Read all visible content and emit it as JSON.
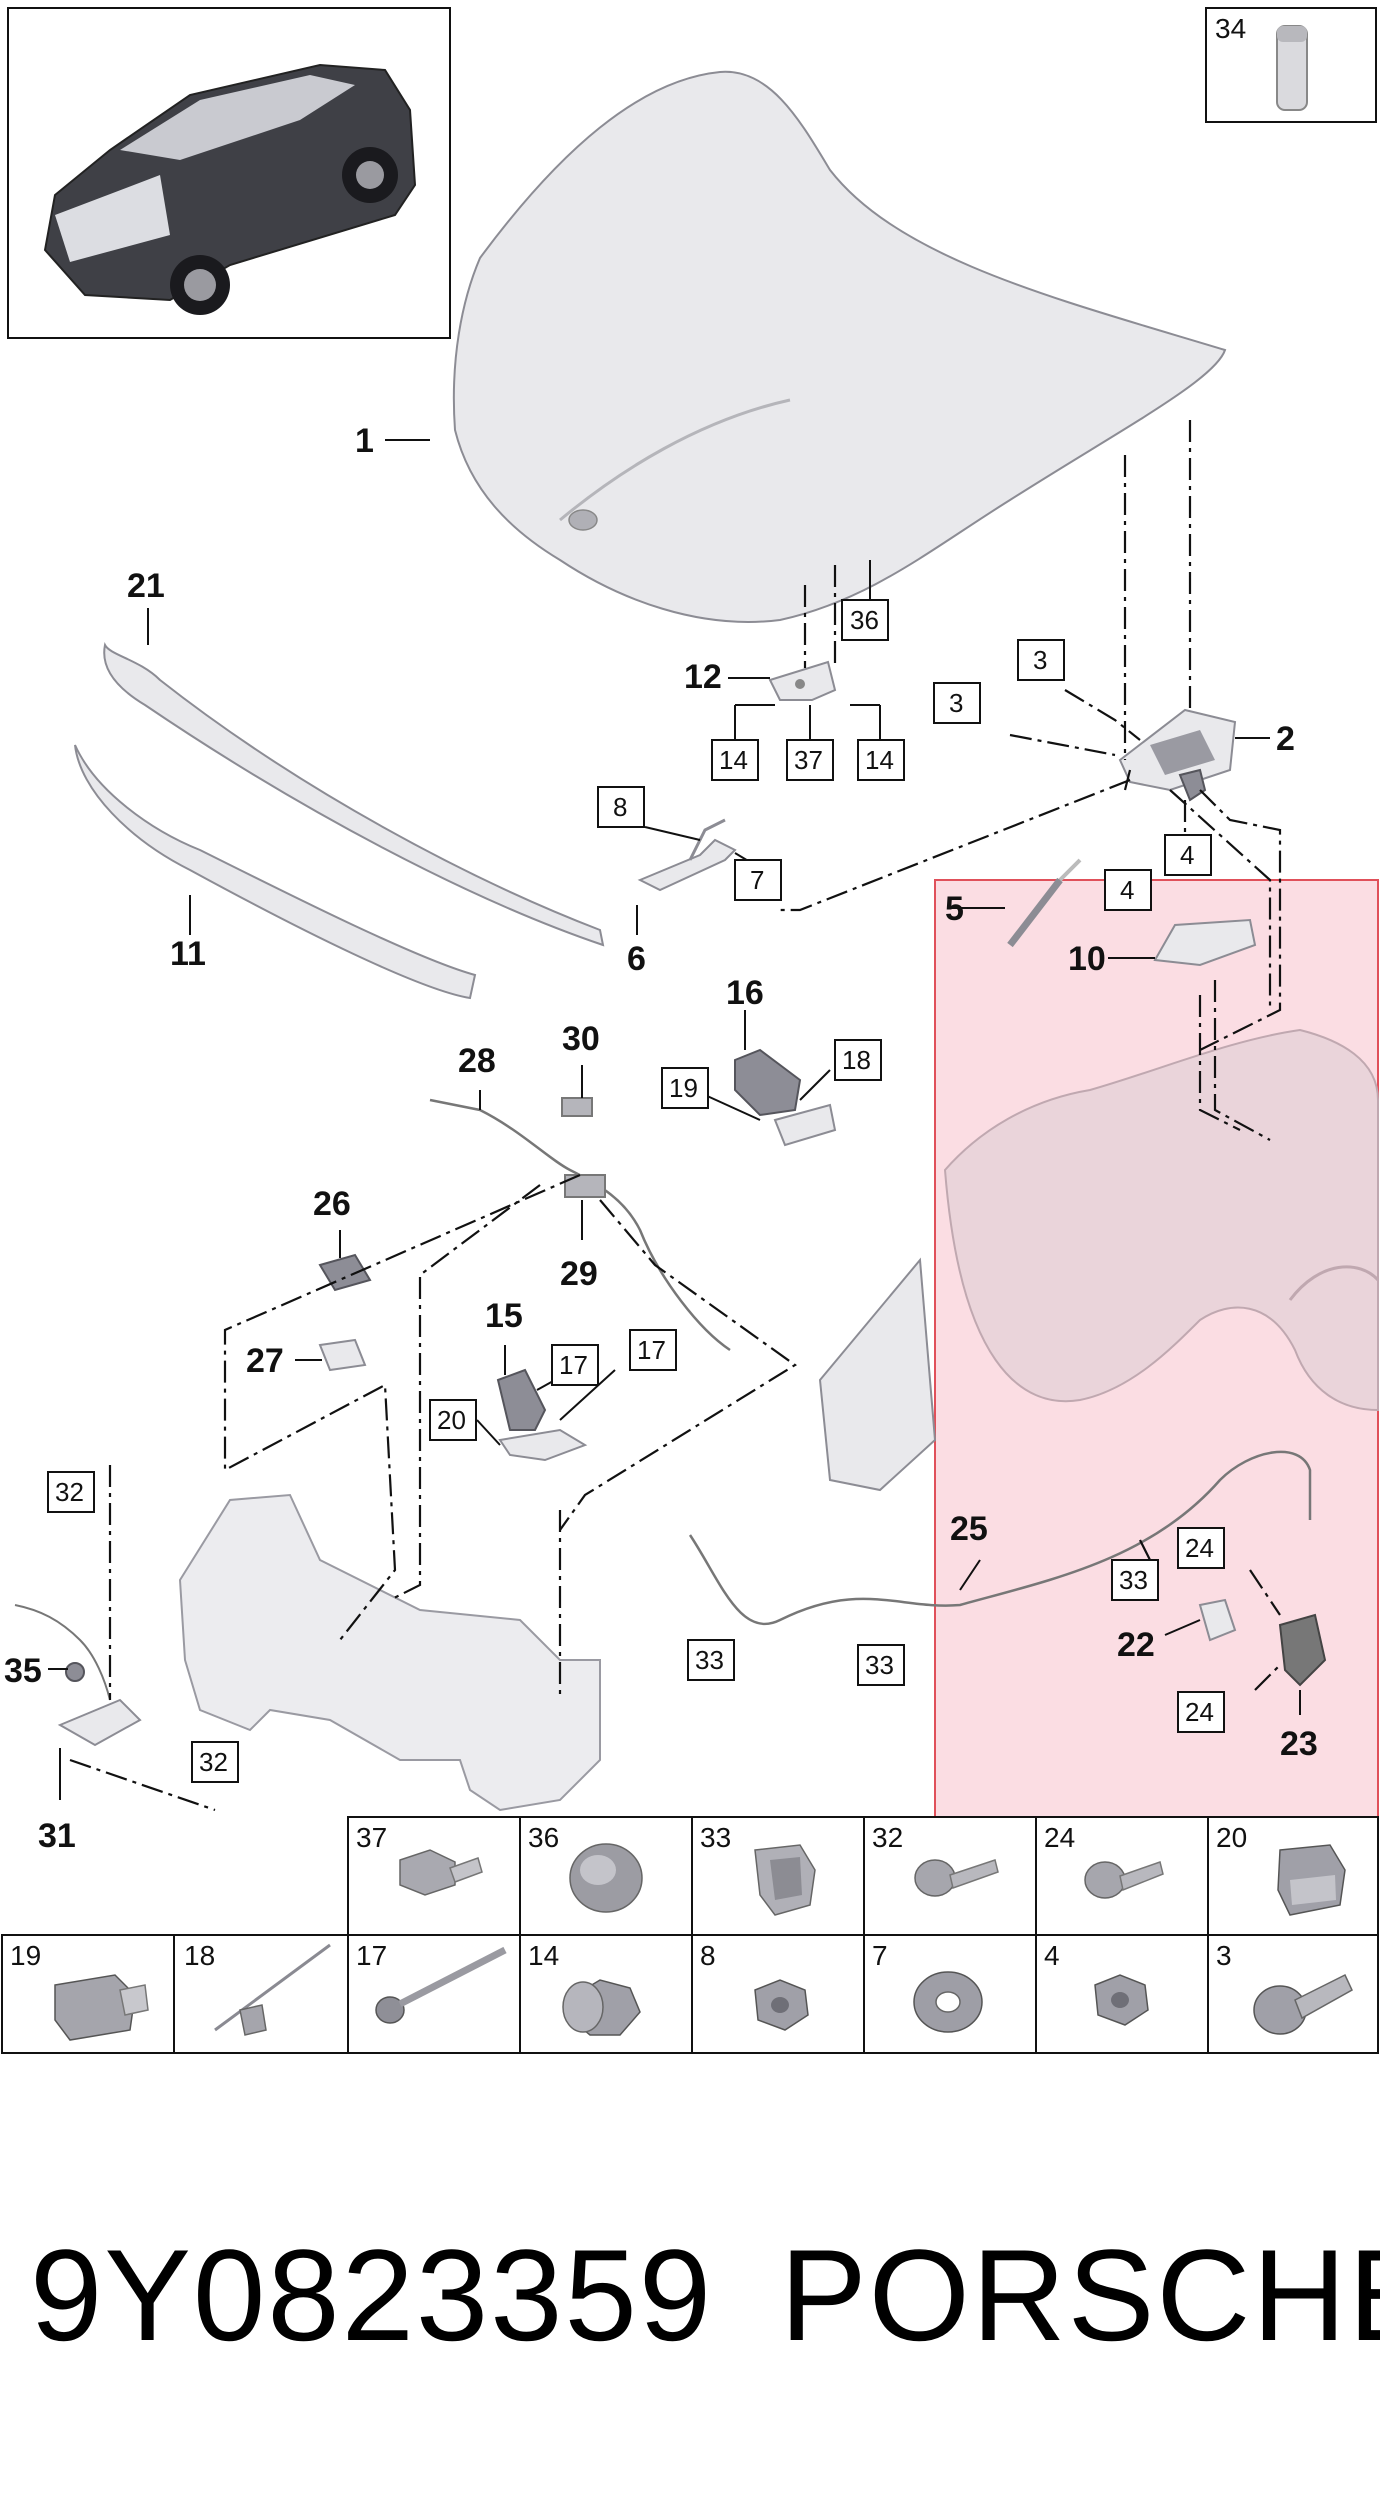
{
  "callouts": {
    "c1": "1",
    "c2": "2",
    "c5": "5",
    "c6": "6",
    "c10": "10",
    "c11": "11",
    "c12": "12",
    "c15": "15",
    "c16": "16",
    "c21": "21",
    "c22": "22",
    "c23": "23",
    "c25": "25",
    "c26": "26",
    "c27": "27",
    "c28": "28",
    "c29": "29",
    "c30": "30",
    "c31": "31",
    "c35": "35"
  },
  "boxed_labels": {
    "b34": "34",
    "b36": "36",
    "b3a": "3",
    "b3b": "3",
    "b14a": "14",
    "b37": "37",
    "b14b": "14",
    "b8": "8",
    "b7": "7",
    "b4a": "4",
    "b4b": "4",
    "b19": "19",
    "b18": "18",
    "b17a": "17",
    "b17b": "17",
    "b20": "20",
    "b32a": "32",
    "b32b": "32",
    "b33a": "33",
    "b33b": "33",
    "b33c": "33",
    "b24a": "24",
    "b24b": "24"
  },
  "fasteners_row1": [
    "37",
    "36",
    "33",
    "32",
    "24",
    "20"
  ],
  "fasteners_row2": [
    "19",
    "18",
    "17",
    "14",
    "8",
    "7",
    "4",
    "3"
  ],
  "highlight_color": "#fbdde3",
  "highlight_border": "#e0505a",
  "footer": {
    "part_number": "9Y0823359",
    "brand": "PORSCHE"
  }
}
